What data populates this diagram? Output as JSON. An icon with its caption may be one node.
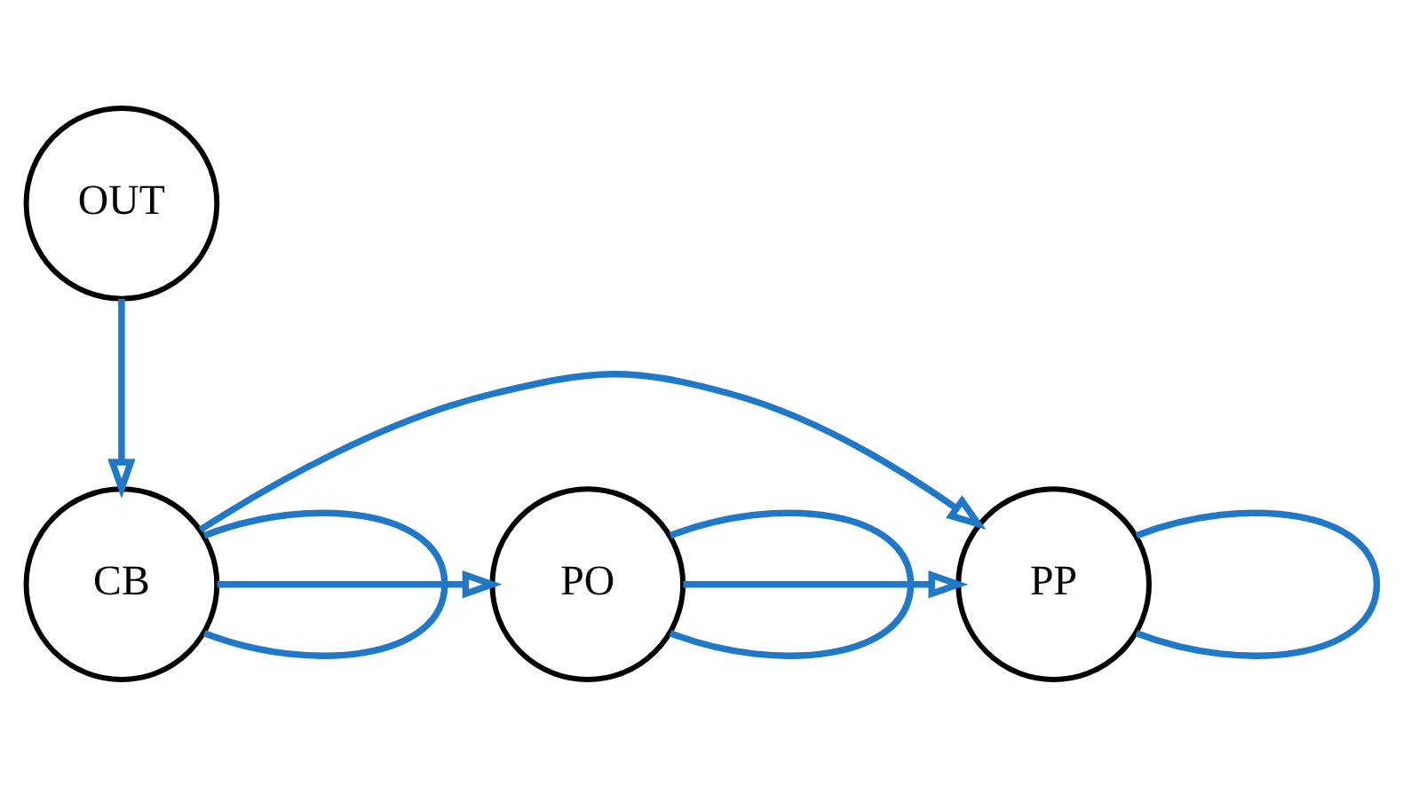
{
  "diagram": {
    "nodes": [
      {
        "text": [
          "OUT"
        ]
      },
      {
        "text": [
          "PP"
        ]
      },
      {
        "text": [
          "PO"
        ]
      },
      {
        "text": [
          "CB"
        ]
      }
    ],
    "edges": [
      {
        "from": 0,
        "to": 3,
        "arrow": "to"
      },
      {
        "from": 2,
        "to": 1,
        "arrow": "to"
      },
      {
        "from": 3,
        "to": 2,
        "arrow": "to"
      },
      {
        "from": 3,
        "to": 1,
        "arrow": "to"
      },
      {
        "from": 2,
        "to": 2,
        "arrow": "none"
      },
      {
        "from": 1,
        "to": 1,
        "arrow": "none"
      },
      {
        "from": 3,
        "to": 3,
        "arrow": "none"
      }
    ]
  }
}
